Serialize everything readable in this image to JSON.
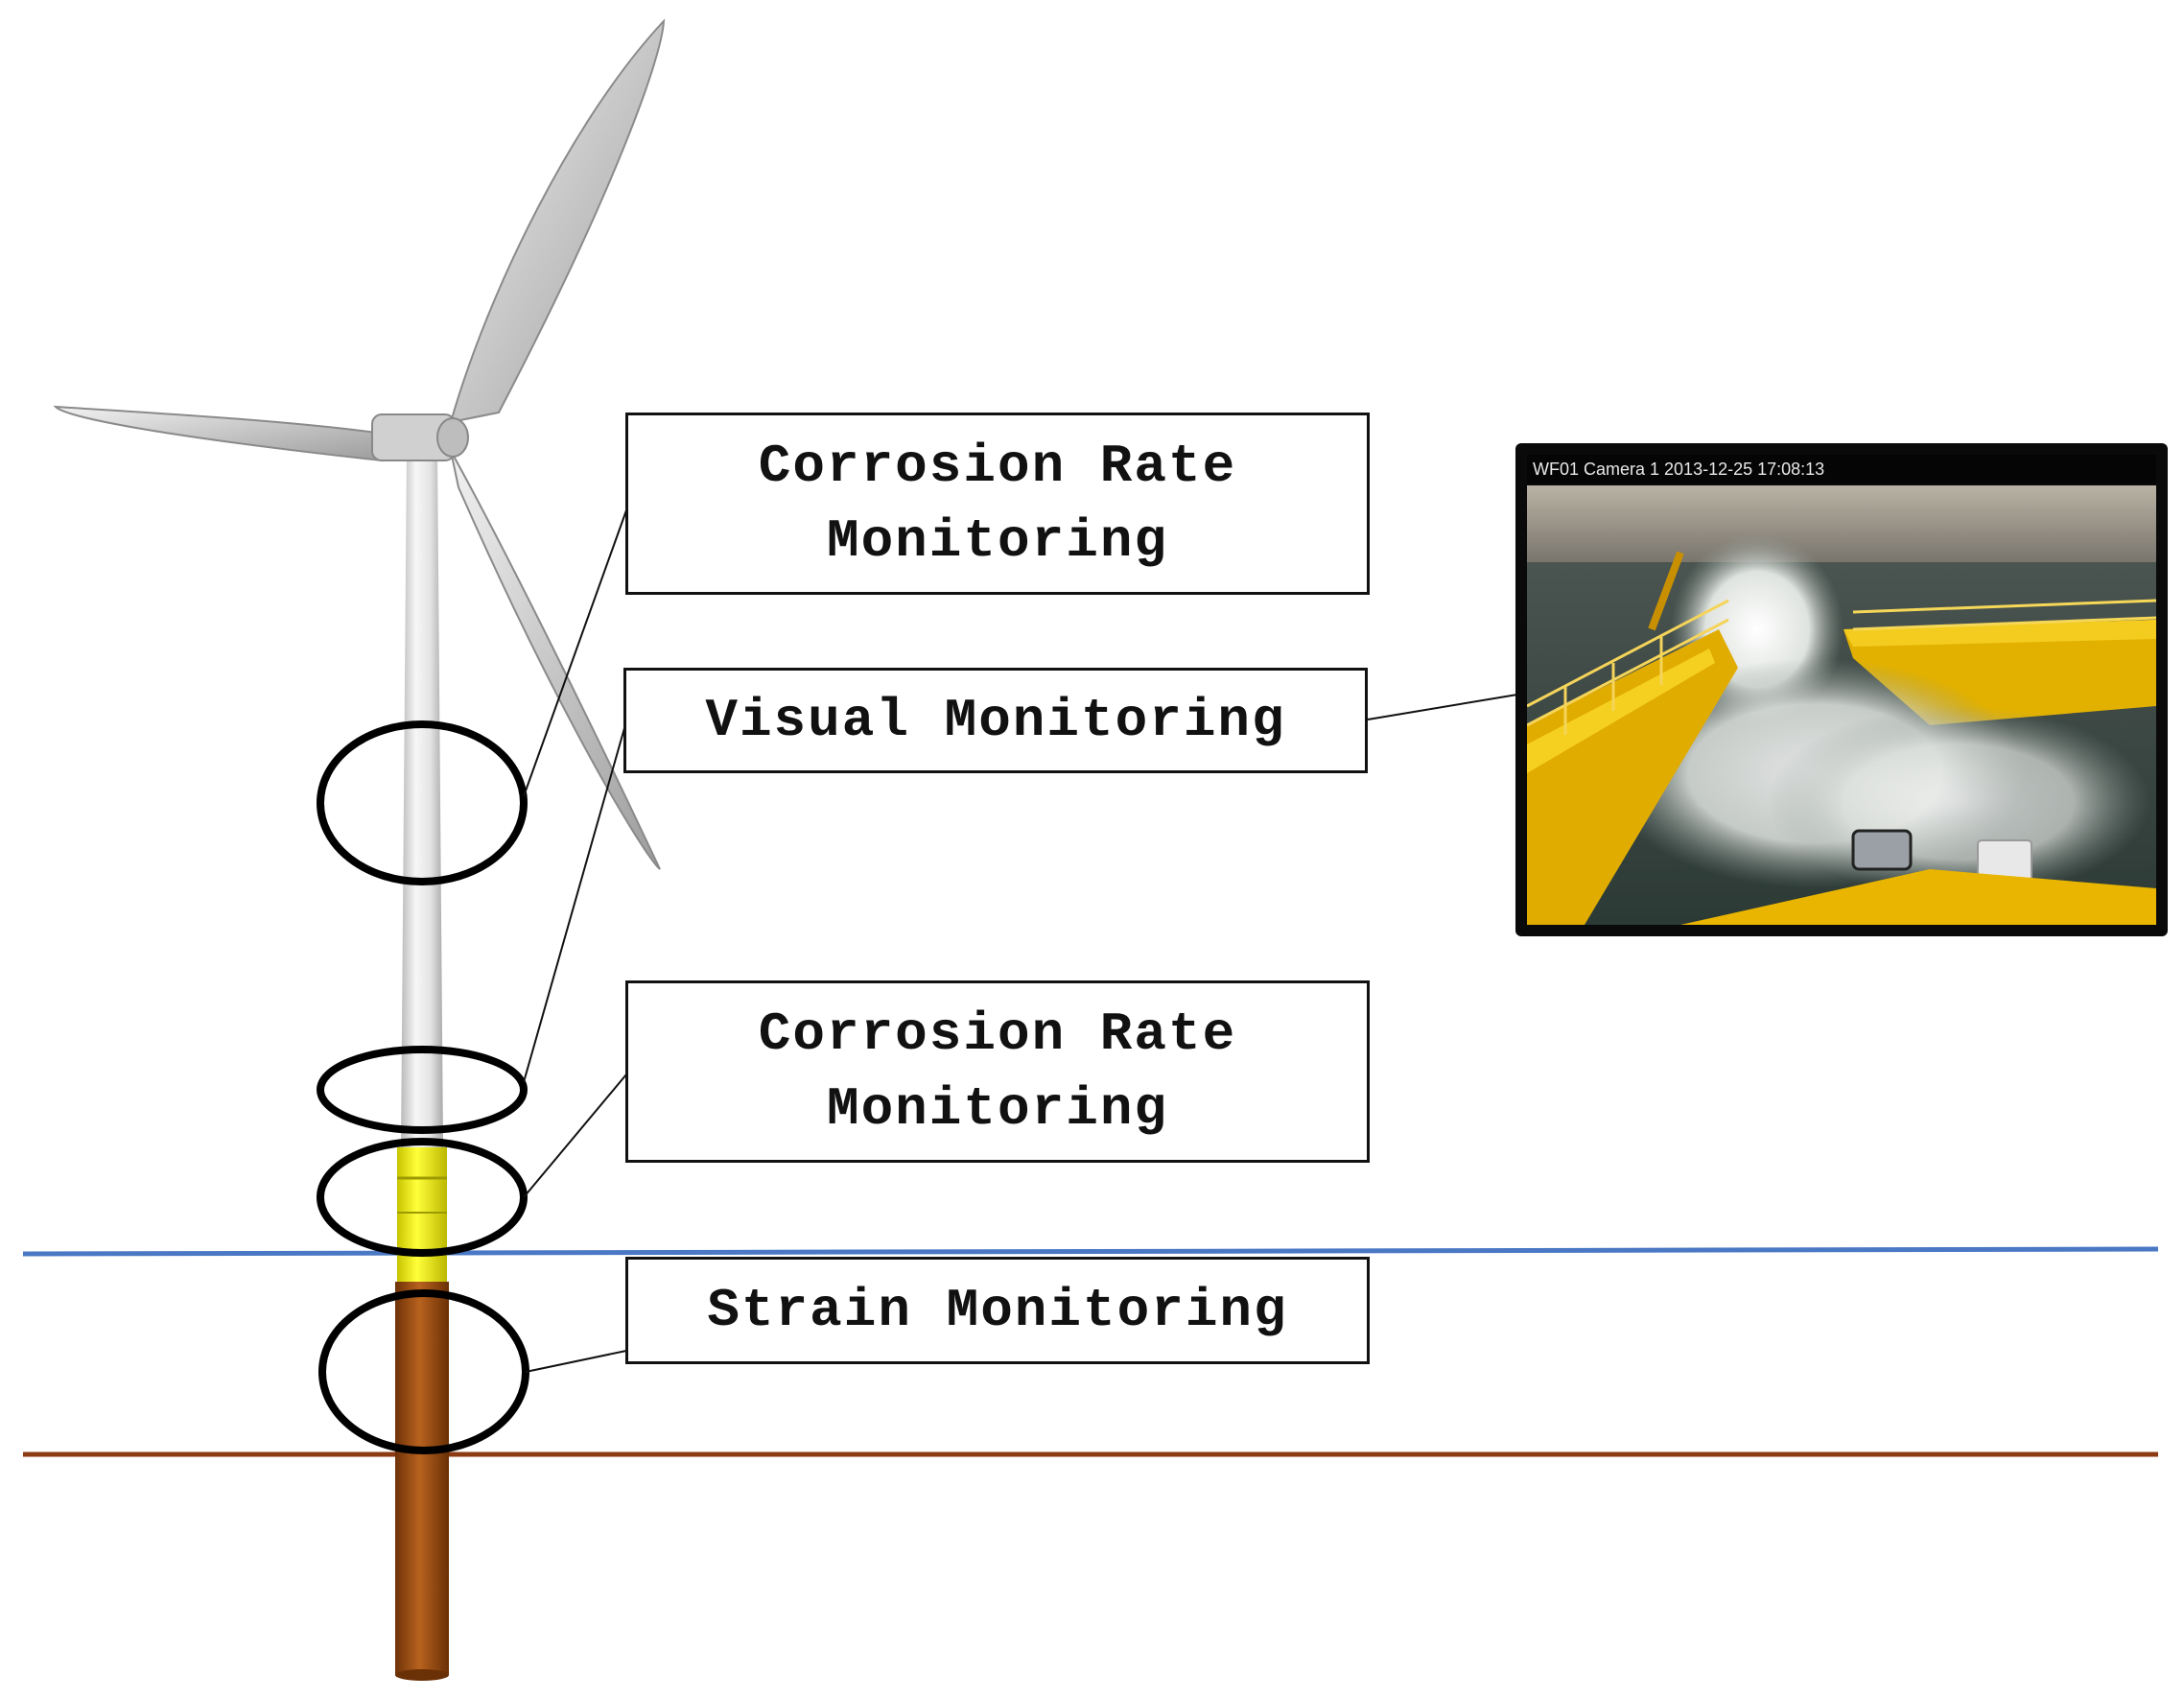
{
  "labels": {
    "corrosion_top": {
      "line1": "Corrosion Rate",
      "line2": "Monitoring"
    },
    "visual": {
      "line1": "Visual Monitoring"
    },
    "corrosion_bottom": {
      "line1": "Corrosion Rate",
      "line2": "Monitoring"
    },
    "strain": {
      "line1": "Strain Monitoring"
    }
  },
  "camera": {
    "caption": "WF01 Camera 1 2013-12-25 17:08:13"
  },
  "colors": {
    "sea_level_line": "#4a78c4",
    "seabed_line": "#8b3a12",
    "transition_piece": "#f2f000",
    "monopile": "#9a4c14",
    "tower": "#e6e6e6",
    "monitoring_ring": "#000000",
    "deck_yellow": "#f0c000"
  },
  "icons": {
    "turbine": "wind-turbine-icon",
    "camera_photo": "offshore-camera-photo"
  }
}
